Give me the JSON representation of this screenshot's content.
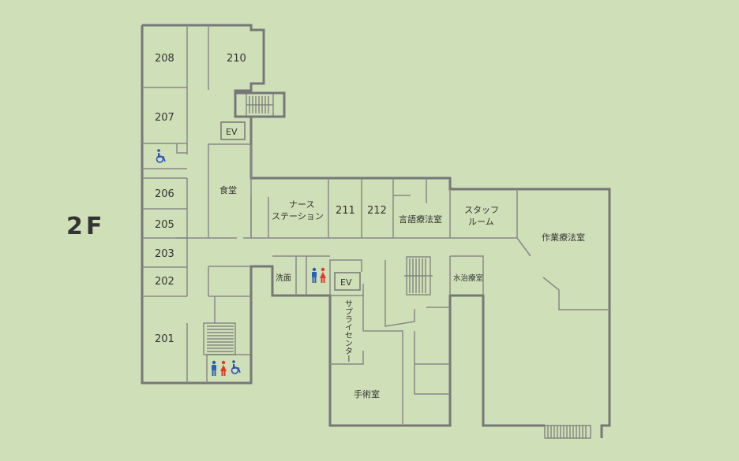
{
  "floor": "2F",
  "rooms": {
    "r208": "208",
    "r210": "210",
    "r207": "207",
    "r206": "206",
    "r205": "205",
    "r203": "203",
    "r202": "202",
    "r201": "201",
    "ev_top": "EV",
    "ev_mid": "EV",
    "dining": "食堂",
    "nurse_line1": "ナース",
    "nurse_line2": "ステーション",
    "r211": "211",
    "r212": "212",
    "speech_therapy": "言語療法室",
    "staff_line1": "スタッフ",
    "staff_line2": "ルーム",
    "occupational_therapy": "作業療法室",
    "washroom": "洗面",
    "hydrotherapy": "水治療室",
    "supply_center": "サプライセンター",
    "operating_room": "手術室"
  },
  "colors": {
    "background": "#cfdfb7",
    "wall": "#777777",
    "accessible": "#2a4fb5",
    "male": "#2a5fb5",
    "female": "#e03a2a"
  }
}
